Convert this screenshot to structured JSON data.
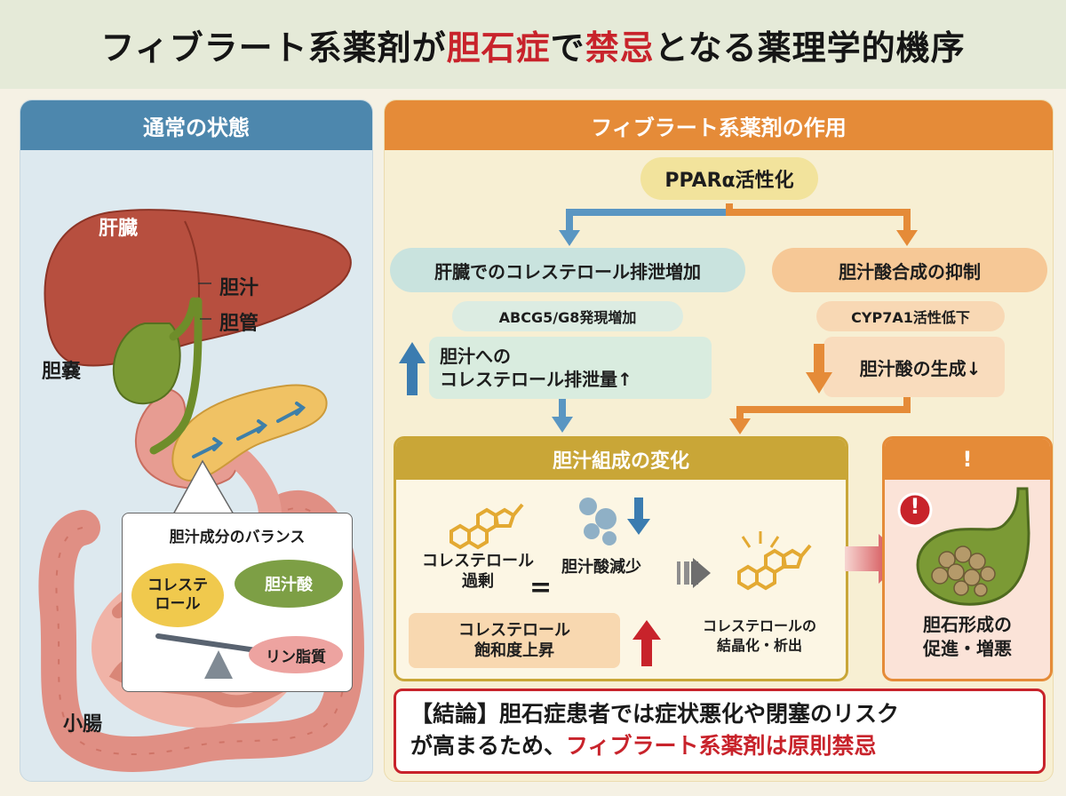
{
  "title": {
    "part1": "フィブラート系薬剤が",
    "part2": "胆石症",
    "part3": "で",
    "part4": "禁忌",
    "part5": "となる薬理学的機序"
  },
  "left_panel": {
    "header": "通常の状態",
    "liver_label": "肝臓",
    "bile_label": "胆汁",
    "duct_label": "胆管",
    "gallbladder_label": "胆嚢",
    "intestine_label": "小腸",
    "balance_box": {
      "title": "胆汁成分のバランス",
      "cholesterol_line1": "コレステ",
      "cholesterol_line2": "ロール",
      "bile_acid": "胆汁酸",
      "phospholipid": "リン脂質"
    }
  },
  "right_panel": {
    "header": "フィブラート系薬剤の作用",
    "ppar": "PPARα活性化",
    "left_branch": {
      "title": "肝臓でのコレステロール排泄増加",
      "sub": "ABCG5/G8発現増加",
      "effect_line1": "胆汁への",
      "effect_line2": "コレステロール排泄量↑"
    },
    "right_branch": {
      "title": "胆汁酸合成の抑制",
      "sub": "CYP7A1活性低下",
      "effect": "胆汁酸の生成↓"
    },
    "composition": {
      "header": "胆汁組成の変化",
      "chol_excess_line1": "コレステロール",
      "chol_excess_line2": "過剰",
      "equals": "=",
      "bile_decrease": "胆汁酸減少",
      "saturation_line1": "コレステロール",
      "saturation_line2": "飽和度上昇",
      "crystal_line1": "コレステロールの",
      "crystal_line2": "結晶化・析出"
    },
    "warning": {
      "header": "!",
      "badge": "!",
      "result_line1": "胆石形成の",
      "result_line2": "促進・増悪"
    },
    "conclusion": {
      "line1": "【結論】胆石症患者では症状悪化や閉塞のリスク",
      "line2_prefix": "が高まるため、",
      "line2_emph": "フィブラート系薬剤は原則禁忌"
    }
  },
  "colors": {
    "blue_header": "#4d87ad",
    "orange_header": "#e58b38",
    "red_accent": "#c8232b",
    "blue_arrow": "#5a96c2",
    "orange_arrow": "#e58b38",
    "gold_border": "#c9a637"
  }
}
